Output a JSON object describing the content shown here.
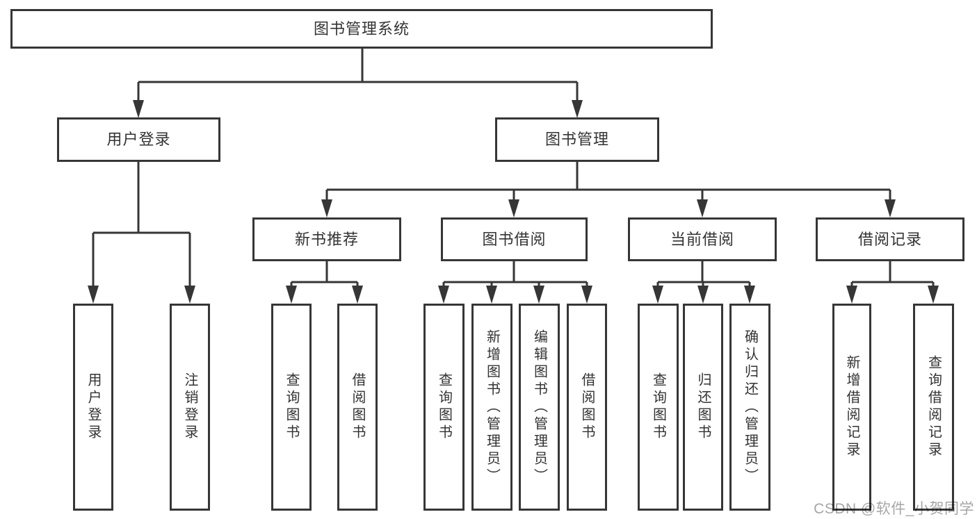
{
  "colors": {
    "line": "#363636",
    "text": "#333333",
    "watermark": "#a6a6a6",
    "background": "#ffffff"
  },
  "root": {
    "label": "图书管理系统"
  },
  "branches": [
    {
      "label": "用户登录",
      "leaves": [
        "用户登录",
        "注销登录"
      ]
    },
    {
      "label": "图书管理",
      "sections": [
        {
          "label": "新书推荐",
          "leaves": [
            "查询图书",
            "借阅图书"
          ]
        },
        {
          "label": "图书借阅",
          "leaves": [
            "查询图书",
            "新增图书（管理员）",
            "编辑图书（管理员）",
            "借阅图书"
          ]
        },
        {
          "label": "当前借阅",
          "leaves": [
            "查询图书",
            "归还图书",
            "确认归还（管理员）"
          ]
        },
        {
          "label": "借阅记录",
          "leaves": [
            "新增借阅记录",
            "查询借阅记录"
          ]
        }
      ]
    }
  ],
  "watermark": "CSDN @软件_小贺同学"
}
